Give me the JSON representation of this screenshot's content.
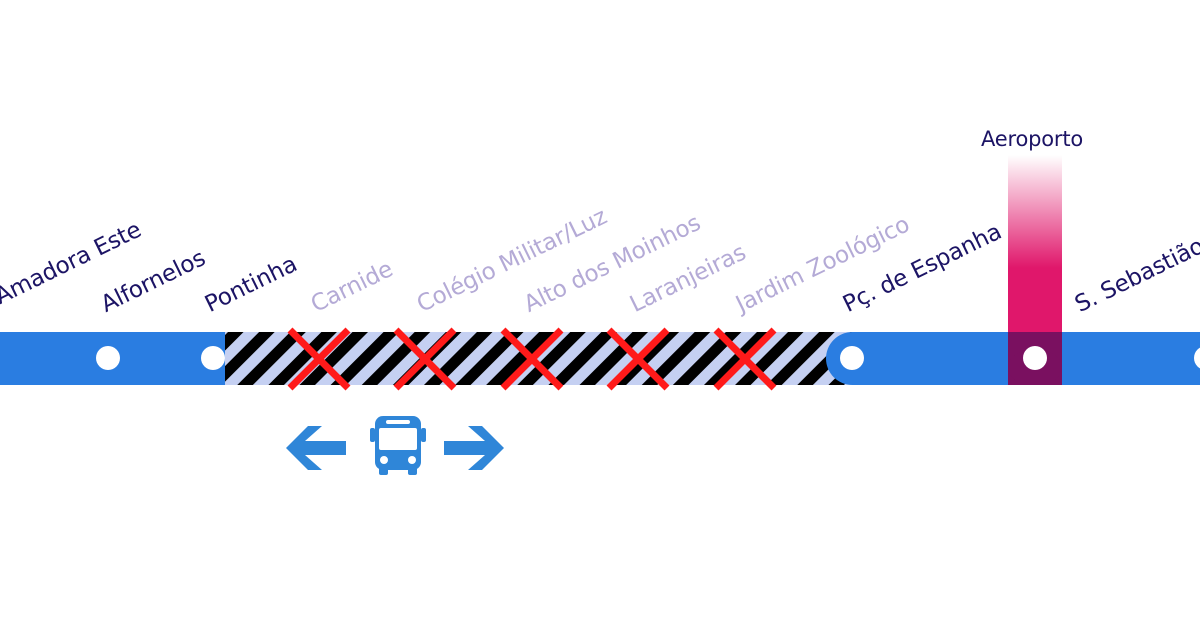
{
  "colors": {
    "line_blue": "#2a7de1",
    "closed_light": "#c5d0f2",
    "closed_dark": "#000000",
    "closure_mark": "#ff1a1a",
    "station_dot": "#ffffff",
    "interchange_red": "#e0176b",
    "interchange_dot_bg": "#7a1060",
    "bus_blue": "#2f86d8",
    "label_open": "#1c1465",
    "label_closed": "#b4aad6"
  },
  "stations": [
    {
      "name": "Amadora Este",
      "status": "open"
    },
    {
      "name": "Alfornelos",
      "status": "open"
    },
    {
      "name": "Pontinha",
      "status": "open"
    },
    {
      "name": "Carnide",
      "status": "closed"
    },
    {
      "name": "Colégio Militar/Luz",
      "status": "closed"
    },
    {
      "name": "Alto dos Moinhos",
      "status": "closed"
    },
    {
      "name": "Laranjeiras",
      "status": "closed"
    },
    {
      "name": "Jardim Zoológico",
      "status": "closed"
    },
    {
      "name": "Pç. de Espanha",
      "status": "open"
    },
    {
      "name": "S. Sebastião",
      "status": "open"
    }
  ],
  "interchange": {
    "name": "Aeroporto"
  },
  "icons": {
    "closure": "cross-icon",
    "bus": "bus-icon",
    "left": "arrow-left-icon",
    "right": "arrow-right-icon"
  }
}
